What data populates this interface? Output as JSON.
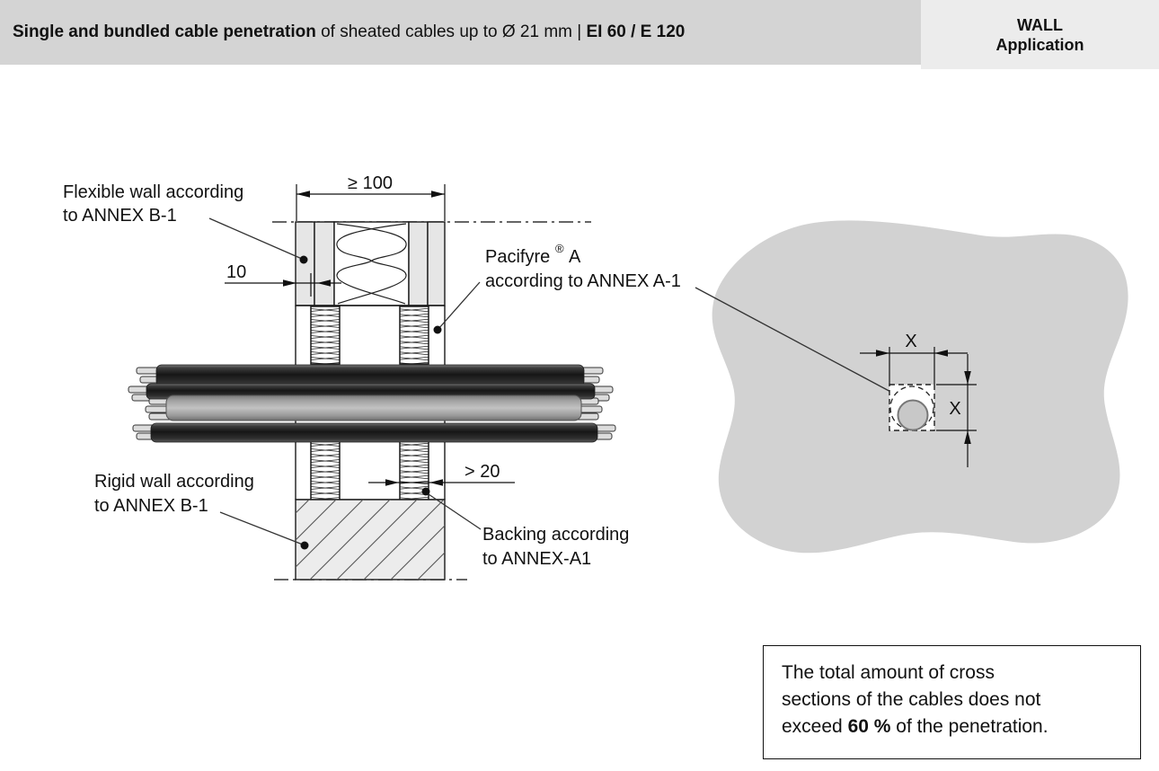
{
  "header": {
    "title_bold": "Single and bundled cable penetration",
    "title_regular": " of sheated cables up to Ø 21 mm | ",
    "title_rating": "EI 60 / E 120",
    "application_line1": "WALL",
    "application_line2": "Application"
  },
  "diagram": {
    "labels": {
      "flexible_wall_line1": "Flexible wall according",
      "flexible_wall_line2": "to ANNEX B-1",
      "rigid_wall_line1": "Rigid wall according",
      "rigid_wall_line2": "to ANNEX B-1",
      "pacifyre_name": "Pacifyre",
      "pacifyre_reg": "®",
      "pacifyre_suffix": "A",
      "pacifyre_line2": "according to ANNEX A-1",
      "backing_line1": "Backing according",
      "backing_line2": "to ANNEX-A1"
    },
    "dimensions": {
      "wall_thickness": "≥ 100",
      "gap": "10",
      "backing_depth": "> 20",
      "detail_width": "X",
      "detail_height": "X"
    }
  },
  "note": {
    "line1": "The total amount of cross",
    "line2": "sections of the cables does not",
    "line3_pre": "exceed ",
    "line3_bold": "60 %",
    "line3_post": " of the penetration."
  },
  "colors": {
    "header_bar": "#d4d4d4",
    "application_tab": "#ececec",
    "wall_blob": "#d2d2d2",
    "board_fill": "#e6e6e6",
    "rigid_fill": "#ececec",
    "cable_dark": "#242424",
    "cable_light": "#b5b5b5",
    "line": "#1a1a1a"
  }
}
